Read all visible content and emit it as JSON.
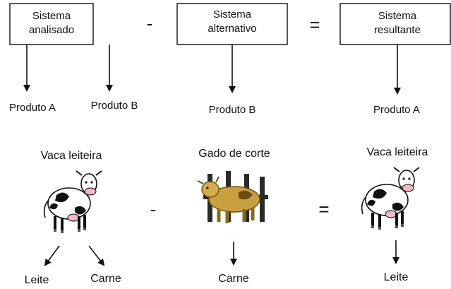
{
  "boxes": {
    "analyzed": {
      "line1": "Sistema",
      "line2": "analisado"
    },
    "alternative": {
      "line1": "Sistema",
      "line2": "alternativo"
    },
    "resulting": {
      "line1": "Sistema",
      "line2": "resultante"
    }
  },
  "operators": {
    "minus": "-",
    "equals": "="
  },
  "products": {
    "analyzed_a": "Produto A",
    "analyzed_b": "Produto B",
    "alternative_b": "Produto B",
    "resulting_a": "Produto A"
  },
  "animals": {
    "dairy_left": "Vaca leiteira",
    "beef": "Gado de corte",
    "dairy_right": "Vaca leiteira"
  },
  "outputs": {
    "milk_left": "Leite",
    "meat_left": "Carne",
    "meat_beef": "Carne",
    "milk_right": "Leite"
  },
  "colors": {
    "stroke": "#111111",
    "cow_spots": "#111111",
    "beef_body": "#c8a040",
    "fence": "#2a2a2a"
  },
  "icons": [
    "dairy-cow-icon",
    "beef-cattle-icon",
    "dairy-cow-icon"
  ]
}
